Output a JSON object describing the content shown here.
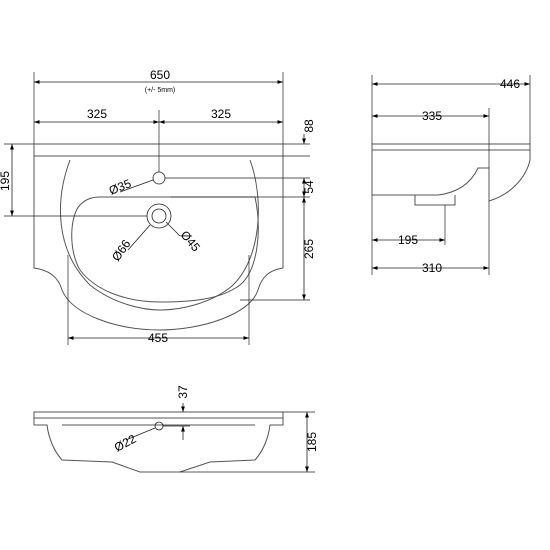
{
  "top_view": {
    "overall_width": "650",
    "tolerance": "(+/- 5mm)",
    "half_left": "325",
    "half_right": "325",
    "rim_depth": "88",
    "tap_to_back": "195",
    "tap_hole_dia": "Ø35",
    "tap_to_waste": "54",
    "waste_outer_dia": "Ø66",
    "waste_inner_dia": "Ø45",
    "bowl_depth": "265",
    "bowl_width": "455"
  },
  "side_view": {
    "overall_depth": "446",
    "top_depth": "335",
    "waste_depth": "195",
    "base_depth": "310"
  },
  "front_view": {
    "rim_height": "37",
    "overflow_dia": "Ø22",
    "overall_height": "185"
  }
}
